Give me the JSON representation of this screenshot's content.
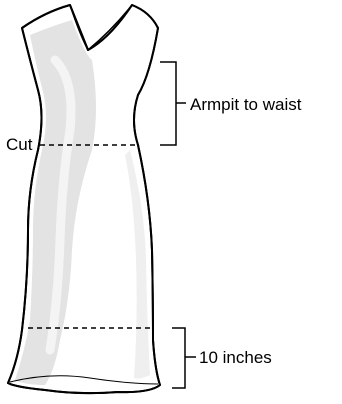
{
  "labels": {
    "armpit_to_waist": "Armpit to waist",
    "cut": "Cut",
    "ten_inches": "10 inches"
  },
  "colors": {
    "outline": "#000000",
    "fill": "#ffffff",
    "shading": "#e3e3e3",
    "shading_light": "#efefef"
  }
}
